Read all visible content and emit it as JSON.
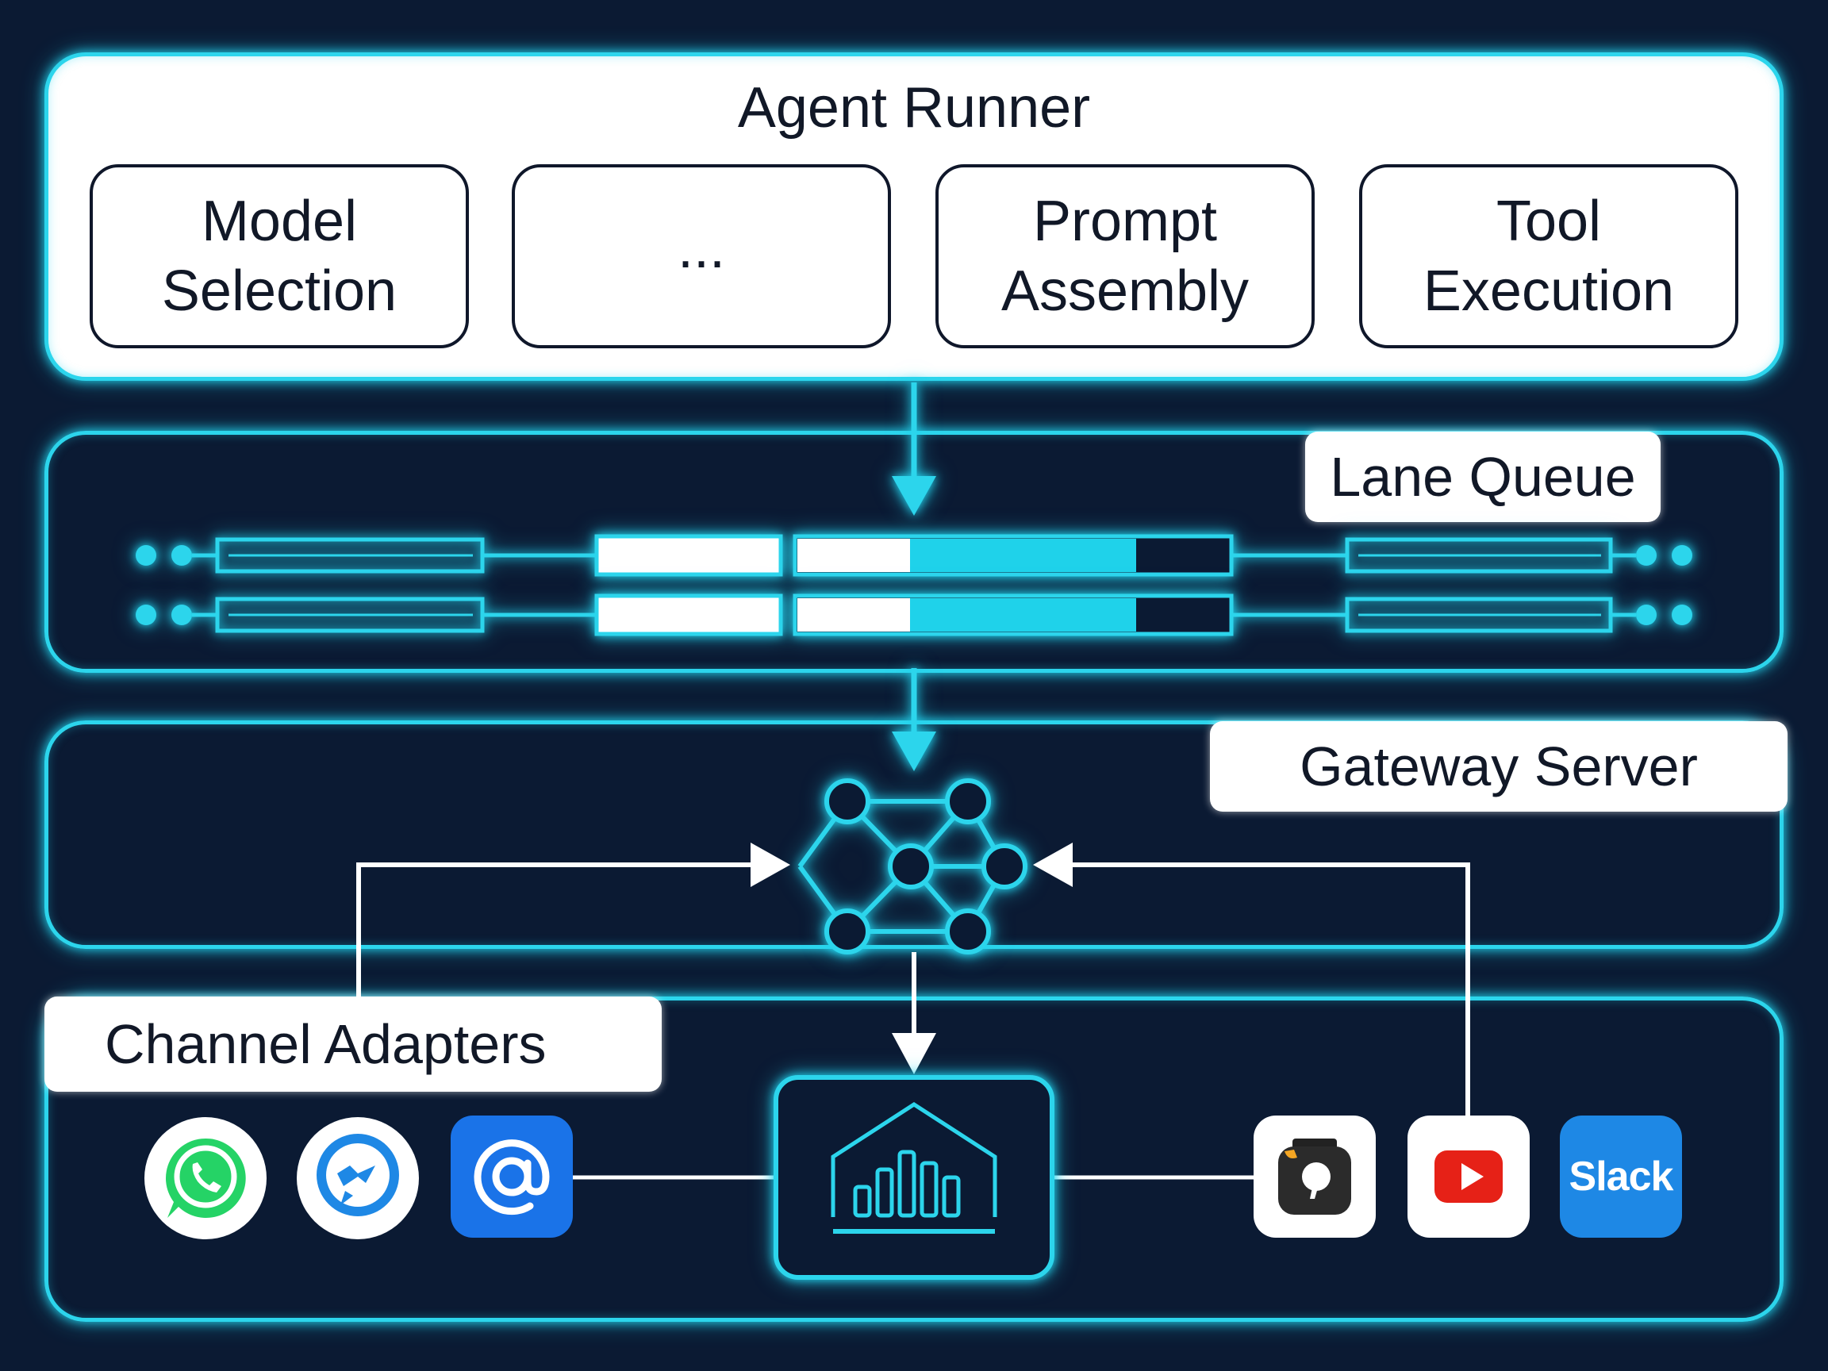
{
  "agent_runner": {
    "title": "Agent Runner",
    "modules": [
      {
        "line1": "Model",
        "line2": "Selection"
      },
      {
        "line1": "...",
        "line2": ""
      },
      {
        "line1": "Prompt",
        "line2": "Assembly"
      },
      {
        "line1": "Tool",
        "line2": "Execution"
      }
    ]
  },
  "lane_queue": {
    "label": "Lane Queue"
  },
  "gateway_server": {
    "label": "Gateway Server"
  },
  "channel_adapters": {
    "label": "Channel Adapters",
    "icons": [
      "whatsapp-icon",
      "messenger-icon",
      "email-at-icon",
      "bar-chart-house-icon",
      "notebook-icon",
      "youtube-icon",
      "slack-icon"
    ],
    "slack_text": "Slack"
  },
  "colors": {
    "background": "#0b1a33",
    "accent": "#2cd5ec",
    "panel_white": "#ffffff",
    "text": "#111827",
    "whatsapp": "#25d366",
    "email": "#1a73e8",
    "youtube": "#e62117",
    "slack": "#1e88e5"
  }
}
